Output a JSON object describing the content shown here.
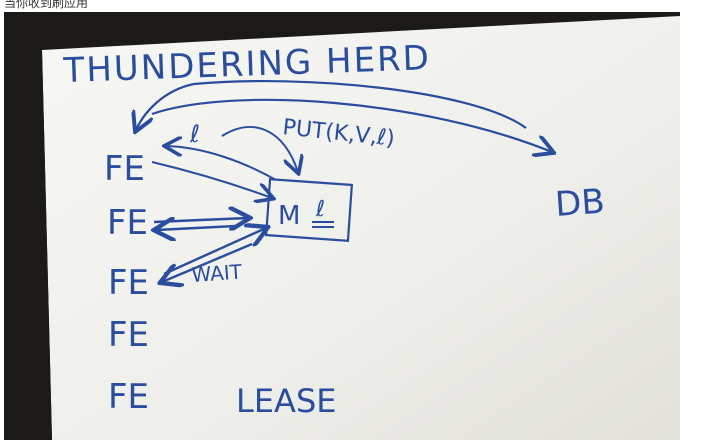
{
  "caption": "当你收到刷应用",
  "board": {
    "title": "THUNDERING HERD",
    "fe_label": "FE",
    "db_label": "DB",
    "put_label": "PUT(K,V,ℓ)",
    "lease_symbol": "ℓ",
    "cache_label": "M",
    "wait_label": "WAIT",
    "lease_label": "LEASE"
  },
  "colors": {
    "ink": "#2a4d9e",
    "board": "#f4f3ee",
    "background": "#1c1a17"
  }
}
